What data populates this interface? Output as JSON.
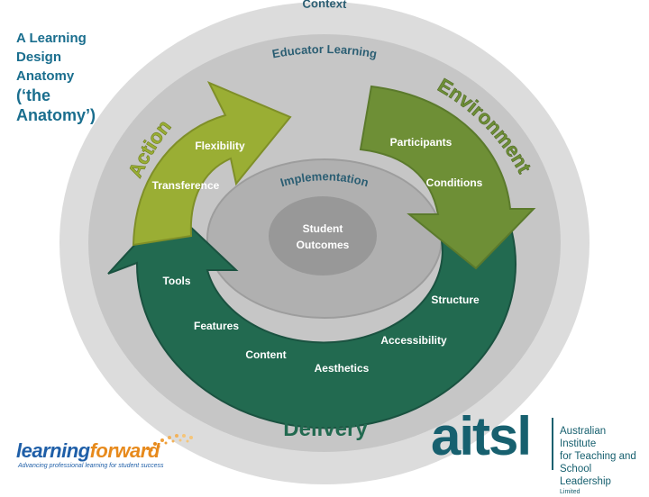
{
  "title": {
    "line1": "A Learning",
    "line2": "Design",
    "line3": "Anatomy",
    "line4": "(‘the",
    "line5": "Anatomy’)"
  },
  "rings": {
    "context": "Context",
    "educator_learning": "Educator Learning",
    "implementation": "Implementation",
    "center": {
      "line1": "Student",
      "line2": "Outcomes"
    }
  },
  "action": {
    "label": "Action",
    "items": [
      "Flexibility",
      "Transference"
    ]
  },
  "environment": {
    "label": "Environment",
    "items": [
      "Participants",
      "Conditions"
    ]
  },
  "delivery": {
    "label": "Delivery",
    "items": [
      "Tools",
      "Features",
      "Content",
      "Aesthetics",
      "Accessibility",
      "Structure"
    ]
  },
  "logos": {
    "learningforward": {
      "part1": "learning",
      "part2": "forward",
      "tagline": "Advancing professional learning for student success"
    },
    "aitsl": {
      "word": "aitsl",
      "line1": "Australian Institute",
      "line2": "for Teaching and",
      "line3": "School Leadership",
      "line4": "Limited"
    }
  },
  "colors": {
    "outer_ring": "#dcdcdc",
    "educator_ring": "#c4c4c4",
    "impl_ring": "#ababab",
    "center": "#9a9a9a",
    "action": "#9aae34",
    "environment": "#6e8f36",
    "delivery": "#226a50",
    "title": "#1a6e8e",
    "ring_text": "#2b5e73"
  }
}
